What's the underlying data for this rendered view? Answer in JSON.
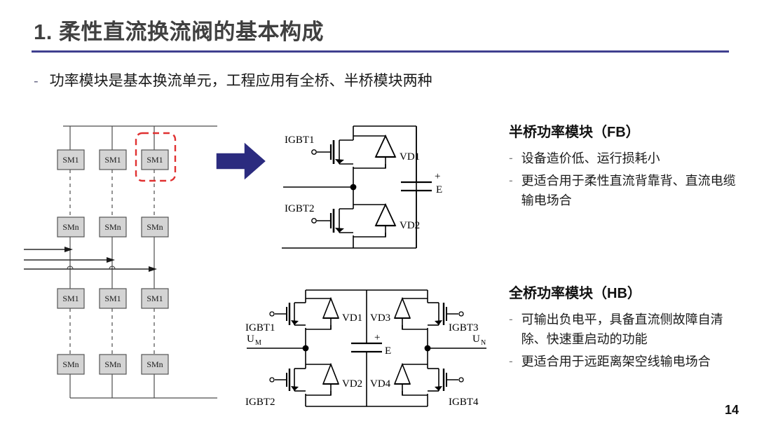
{
  "slide": {
    "title": "1. 柔性直流换流阀的基本构成",
    "page_number": "14",
    "accent_color": "#3f3f8f",
    "title_color": "#404040"
  },
  "subtitle": {
    "dash": "-",
    "text": "功率模块是基本换流单元，工程应用有全桥、半桥模块两种"
  },
  "left_schematic": {
    "module_top_label": "SM1",
    "module_bottom_label": "SMn",
    "columns": 3,
    "highlight_color": "#e03131",
    "module_fill": "#d4d4d4",
    "module_stroke": "#555555",
    "arrow_count": 3
  },
  "transition_arrow": {
    "name": "right-arrow",
    "color": "#2b2b7f"
  },
  "half_bridge_circuit": {
    "labels": {
      "igbt1": "IGBT1",
      "igbt2": "IGBT2",
      "vd1": "VD1",
      "vd2": "VD2",
      "cap_plus": "+",
      "cap_e": "E"
    }
  },
  "full_bridge_circuit": {
    "labels": {
      "igbt1": "IGBT1",
      "igbt2": "IGBT2",
      "igbt3": "IGBT3",
      "igbt4": "IGBT4",
      "vd1": "VD1",
      "vd2": "VD2",
      "vd3": "VD3",
      "vd4": "VD4",
      "um": "U",
      "um_sub": "M",
      "un": "U",
      "un_sub": "N",
      "cap_plus": "+",
      "cap_e": "E"
    }
  },
  "fb_panel": {
    "heading": "半桥功率模块（FB）",
    "bullets": [
      {
        "dash": "-",
        "text": "设备造价低、运行损耗小"
      },
      {
        "dash": "-",
        "text": "更适合用于柔性直流背靠背、直流电缆输电场合"
      }
    ]
  },
  "hb_panel": {
    "heading": "全桥功率模块（HB）",
    "bullets": [
      {
        "dash": "-",
        "text": "可输出负电平，具备直流侧故障自清除、快速重启动的功能"
      },
      {
        "dash": "-",
        "text": "更适合用于远距离架空线输电场合"
      }
    ]
  }
}
